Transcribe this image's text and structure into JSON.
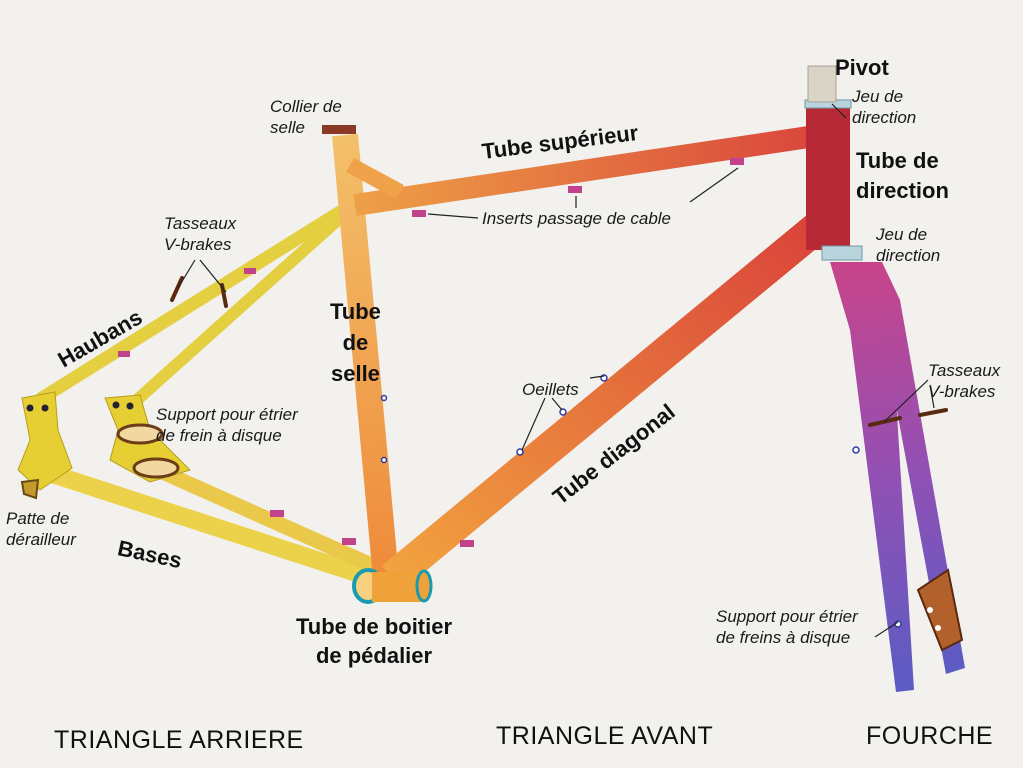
{
  "labels": {
    "pivot": "Pivot",
    "jeu_top": "Jeu de\ndirection",
    "tube_direction": "Tube de\ndirection",
    "jeu_bottom": "Jeu de\ndirection",
    "collier": "Collier de\nselle",
    "tube_superieur": "Tube supérieur",
    "inserts": "Inserts passage de cable",
    "tasseaux_rear": "Tasseaux\nV-brakes",
    "haubans": "Haubans",
    "tube_selle": "Tube\nde\nselle",
    "oeillets": "Oeillets",
    "tube_diagonal": "Tube diagonal",
    "support_rear": "Support pour étrier\nde frein à disque",
    "tasseaux_front": "Tasseaux\nV-brakes",
    "patte": "Patte de\ndérailleur",
    "bases": "Bases",
    "boitier": "Tube de boitier\nde pédalier",
    "support_front": "Support pour étrier\nde freins à disque"
  },
  "sections": {
    "rear": "TRIANGLE ARRIERE",
    "front": "TRIANGLE AVANT",
    "fork": "FOURCHE"
  },
  "colors": {
    "yellow": "#e8d23a",
    "orange": "#e8913e",
    "red": "#d8443a",
    "magenta": "#c2428c",
    "purple": "#7a56c0",
    "background": "#f2f1ee"
  }
}
